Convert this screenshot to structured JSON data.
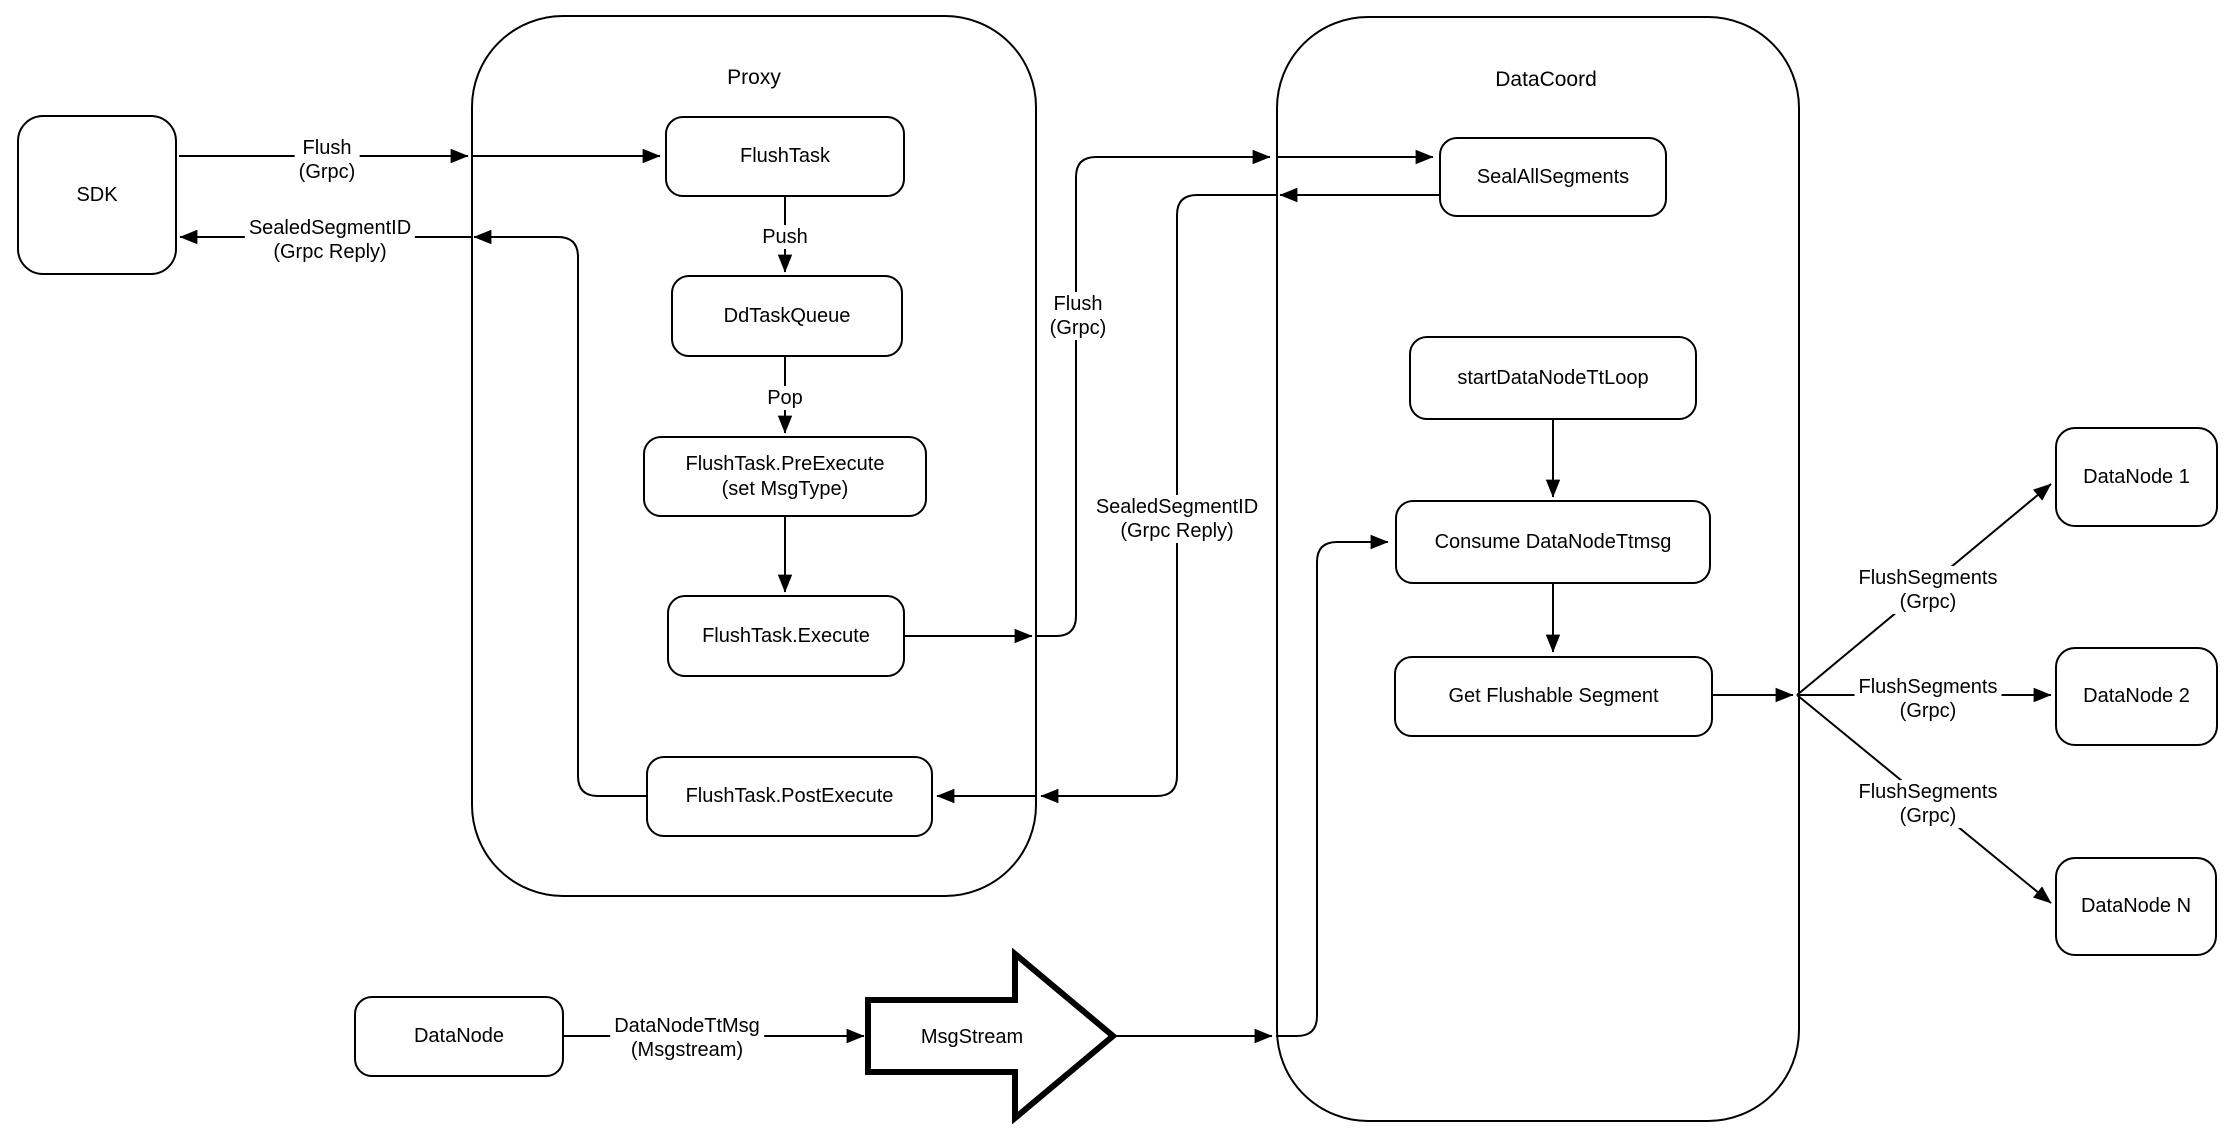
{
  "diagram": {
    "colors": {
      "stroke": "#000000",
      "background": "#ffffff"
    },
    "containers": {
      "proxy": {
        "title": "Proxy"
      },
      "datacoord": {
        "title": "DataCoord"
      }
    },
    "nodes": {
      "sdk": {
        "label": "SDK"
      },
      "flush_task": {
        "label": "FlushTask"
      },
      "dd_task_queue": {
        "label": "DdTaskQueue"
      },
      "pre_execute": {
        "line1": "FlushTask.PreExecute",
        "line2": "(set MsgType)"
      },
      "execute": {
        "label": "FlushTask.Execute"
      },
      "post_execute": {
        "label": "FlushTask.PostExecute"
      },
      "seal_all_segments": {
        "label": "SealAllSegments"
      },
      "start_tt_loop": {
        "label": "startDataNodeTtLoop"
      },
      "consume_ttmsg": {
        "label": "Consume DataNodeTtmsg"
      },
      "get_flushable": {
        "label": "Get Flushable Segment"
      },
      "datanode_1": {
        "label": "DataNode 1"
      },
      "datanode_2": {
        "label": "DataNode 2"
      },
      "datanode_n": {
        "label": "DataNode N"
      },
      "datanode": {
        "label": "DataNode"
      },
      "msgstream": {
        "label": "MsgStream"
      }
    },
    "edge_labels": {
      "flush_grpc_sdk": {
        "line1": "Flush",
        "line2": "(Grpc)"
      },
      "sealed_reply_sdk": {
        "line1": "SealedSegmentID",
        "line2": "(Grpc Reply)"
      },
      "push": {
        "line1": "Push"
      },
      "pop": {
        "line1": "Pop"
      },
      "flush_grpc_mid": {
        "line1": "Flush",
        "line2": "(Grpc)"
      },
      "sealed_reply_mid": {
        "line1": "SealedSegmentID",
        "line2": "(Grpc Reply)"
      },
      "flush_segments_1": {
        "line1": "FlushSegments",
        "line2": "(Grpc)"
      },
      "flush_segments_2": {
        "line1": "FlushSegments",
        "line2": "(Grpc)"
      },
      "flush_segments_3": {
        "line1": "FlushSegments",
        "line2": "(Grpc)"
      },
      "datanode_tt_msg": {
        "line1": "DataNodeTtMsg",
        "line2": "(Msgstream)"
      }
    }
  }
}
